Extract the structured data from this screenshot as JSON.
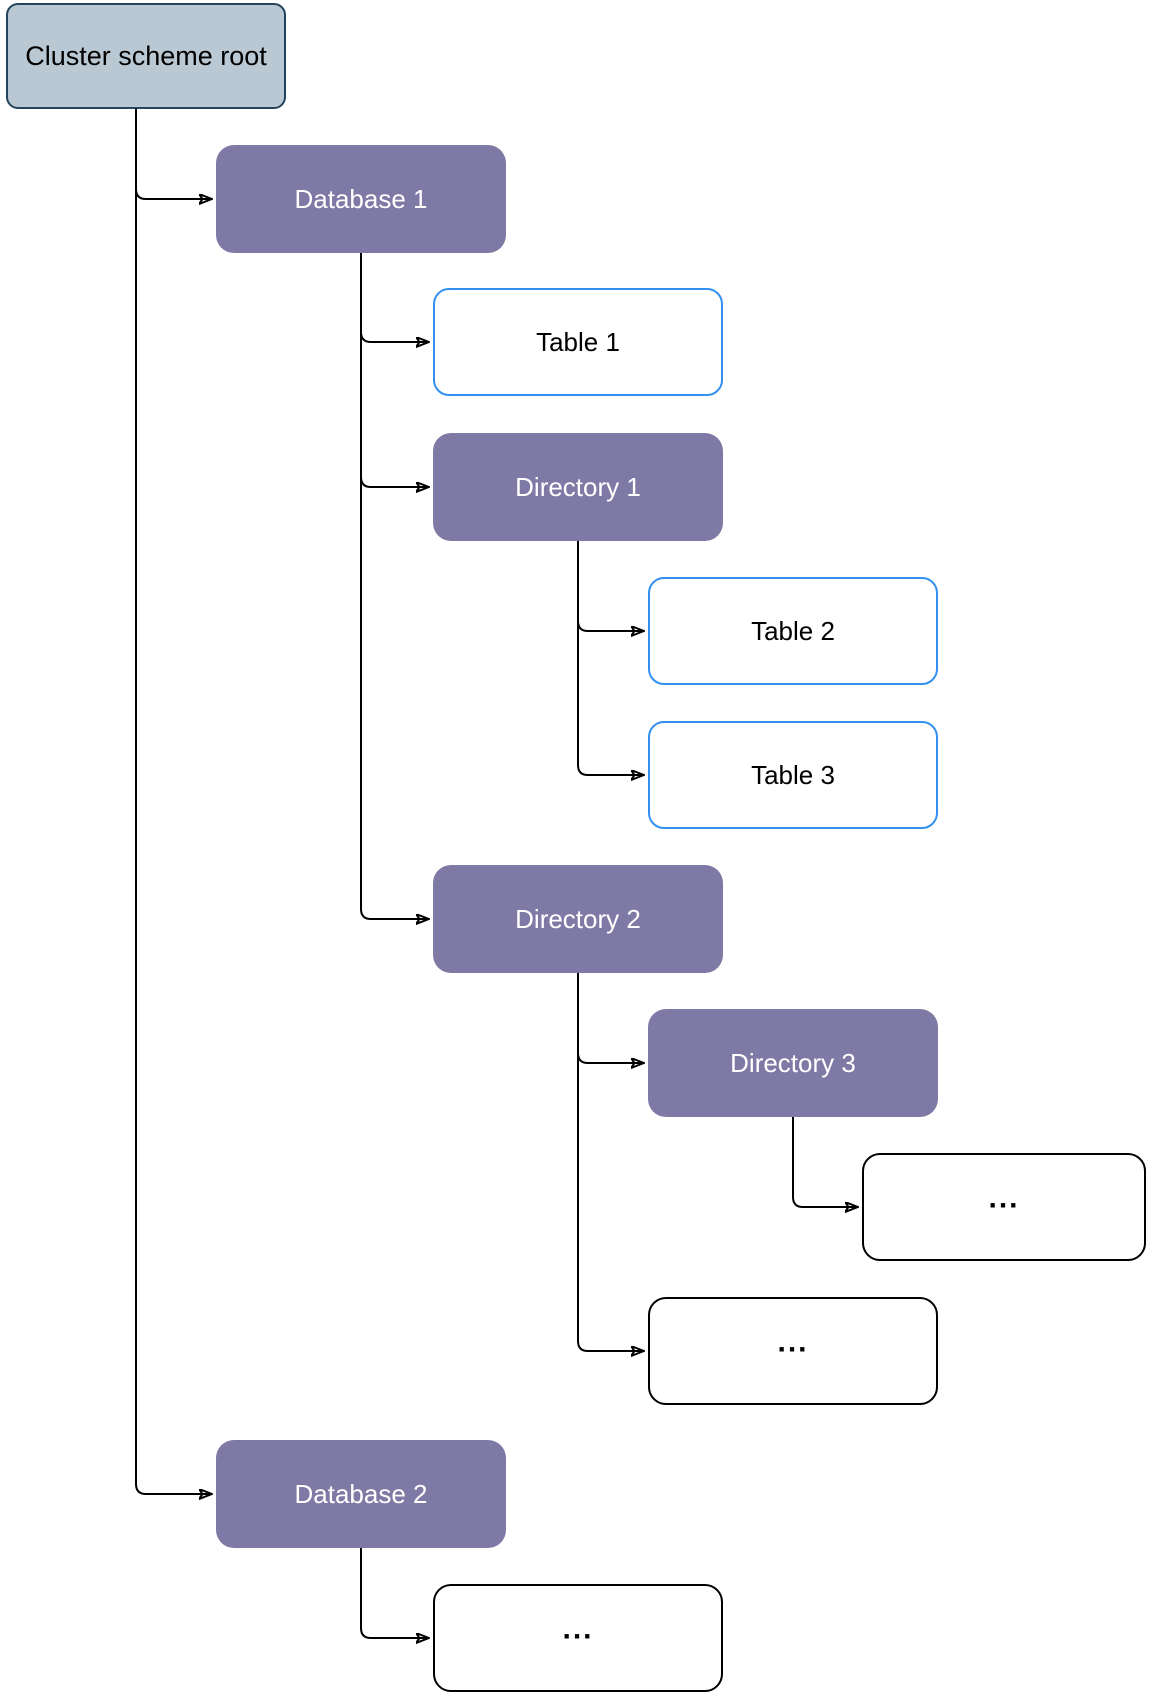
{
  "colors": {
    "root_fill": "#b9c8d3",
    "root_stroke": "#23445c",
    "purple_fill": "#7f7aa5",
    "purple_text": "#ffffff",
    "table_stroke": "#3291f0",
    "plain_stroke": "#000000",
    "edge_stroke": "#000000"
  },
  "nodes": {
    "root": {
      "label": "Cluster scheme root",
      "type": "root"
    },
    "database1": {
      "label": "Database 1",
      "type": "directory"
    },
    "table1": {
      "label": "Table 1",
      "type": "table"
    },
    "directory1": {
      "label": "Directory 1",
      "type": "directory"
    },
    "table2": {
      "label": "Table 2",
      "type": "table"
    },
    "table3": {
      "label": "Table 3",
      "type": "table"
    },
    "directory2": {
      "label": "Directory 2",
      "type": "directory"
    },
    "directory3": {
      "label": "Directory 3",
      "type": "directory"
    },
    "ellipsis1": {
      "label": "...",
      "type": "plain"
    },
    "ellipsis2": {
      "label": "...",
      "type": "plain"
    },
    "database2": {
      "label": "Database 2",
      "type": "directory"
    },
    "ellipsis3": {
      "label": "...",
      "type": "plain"
    }
  },
  "edges": [
    {
      "from": "root",
      "to": "database1"
    },
    {
      "from": "root",
      "to": "database2"
    },
    {
      "from": "database1",
      "to": "table1"
    },
    {
      "from": "database1",
      "to": "directory1"
    },
    {
      "from": "database1",
      "to": "directory2"
    },
    {
      "from": "directory1",
      "to": "table2"
    },
    {
      "from": "directory1",
      "to": "table3"
    },
    {
      "from": "directory2",
      "to": "directory3"
    },
    {
      "from": "directory2",
      "to": "ellipsis2"
    },
    {
      "from": "directory3",
      "to": "ellipsis1"
    },
    {
      "from": "database2",
      "to": "ellipsis3"
    }
  ]
}
